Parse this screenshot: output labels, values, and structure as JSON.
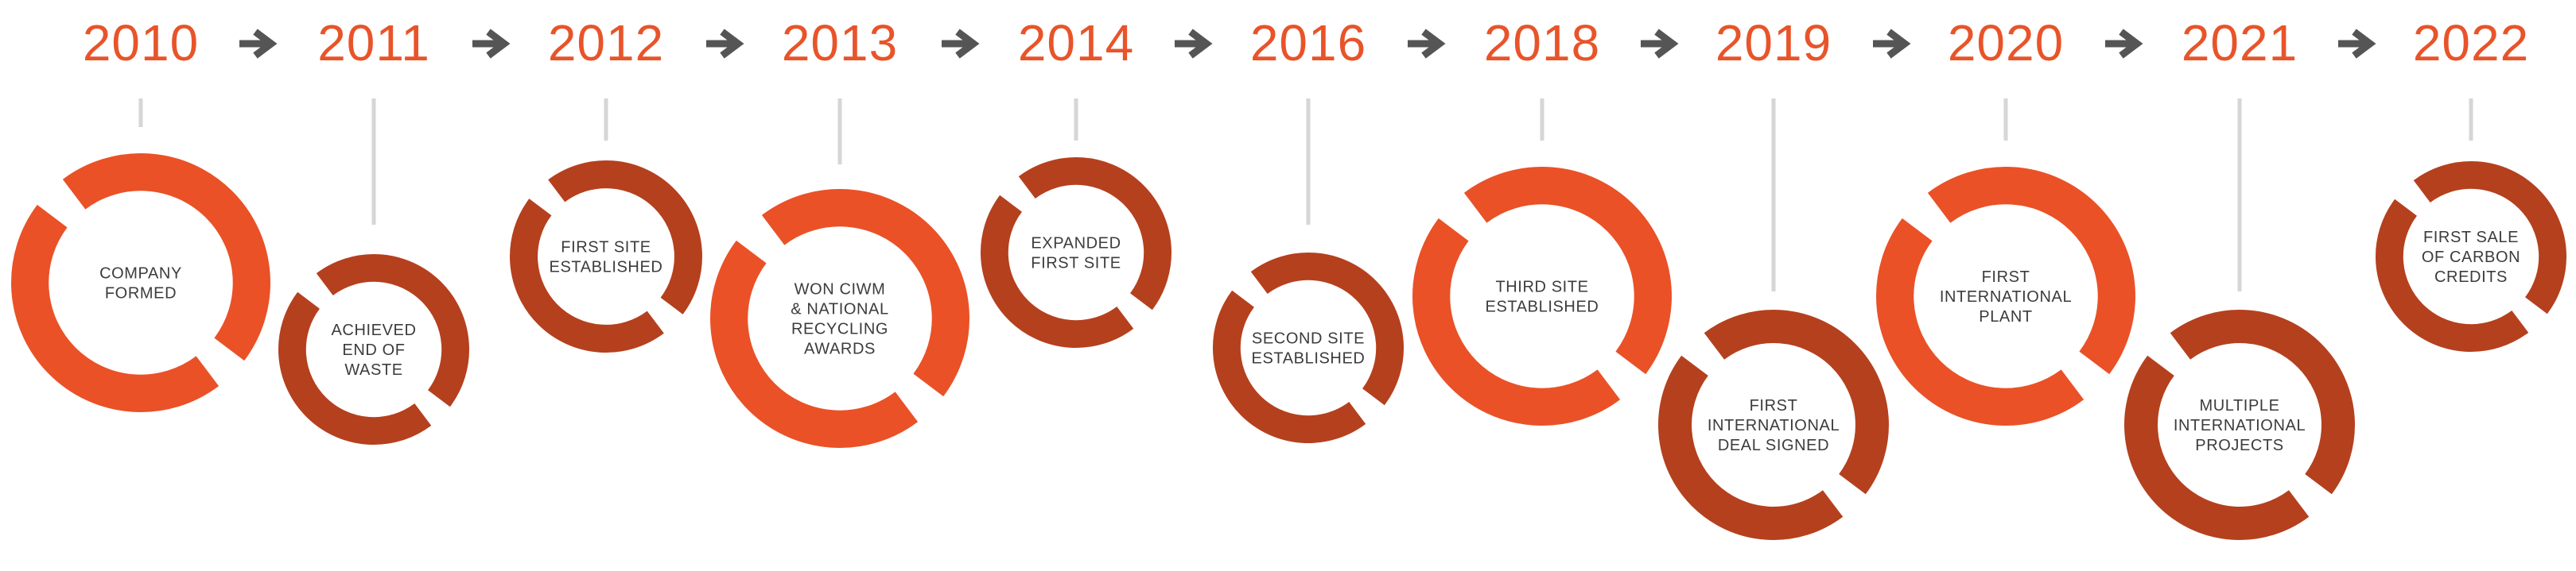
{
  "colors": {
    "year_text": "#E8542A",
    "arrow": "#555555",
    "connector": "#D6D6D6",
    "label_text": "#3C3C3C",
    "ring_orange": "#EA5127",
    "ring_dark": "#B5401E"
  },
  "icons": {
    "arrow": "right-arrow-icon"
  },
  "milestones": [
    {
      "year": "2010",
      "lines": [
        "COMPANY",
        "FORMED"
      ],
      "color": "orange"
    },
    {
      "year": "2011",
      "lines": [
        "ACHIEVED",
        "END OF",
        "WASTE"
      ],
      "color": "dark"
    },
    {
      "year": "2012",
      "lines": [
        "FIRST SITE",
        "ESTABLISHED"
      ],
      "color": "dark"
    },
    {
      "year": "2013",
      "lines": [
        "WON CIWM",
        "& NATIONAL",
        "RECYCLING",
        "AWARDS"
      ],
      "color": "orange"
    },
    {
      "year": "2014",
      "lines": [
        "EXPANDED",
        "FIRST SITE"
      ],
      "color": "dark"
    },
    {
      "year": "2016",
      "lines": [
        "SECOND SITE",
        "ESTABLISHED"
      ],
      "color": "dark"
    },
    {
      "year": "2018",
      "lines": [
        "THIRD SITE",
        "ESTABLISHED"
      ],
      "color": "orange"
    },
    {
      "year": "2019",
      "lines": [
        "FIRST",
        "INTERNATIONAL",
        "DEAL SIGNED"
      ],
      "color": "dark"
    },
    {
      "year": "2020",
      "lines": [
        "FIRST",
        "INTERNATIONAL",
        "PLANT"
      ],
      "color": "orange"
    },
    {
      "year": "2021",
      "lines": [
        "MULTIPLE",
        "INTERNATIONAL",
        "PROJECTS"
      ],
      "color": "dark"
    },
    {
      "year": "2022",
      "lines": [
        "FIRST SALE",
        "OF CARBON",
        "CREDITS"
      ],
      "color": "dark"
    }
  ]
}
